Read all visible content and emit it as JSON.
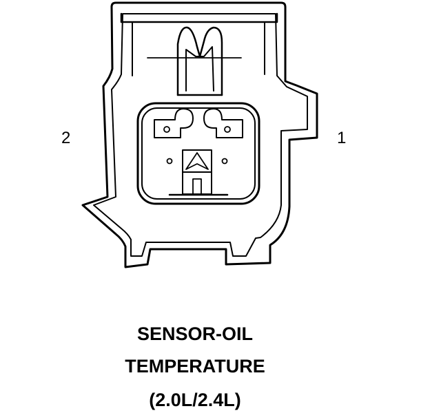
{
  "pins": {
    "left_label": "2",
    "right_label": "1"
  },
  "caption": {
    "line1": "SENSOR-OIL",
    "line2": "TEMPERATURE",
    "line3": "(2.0L/2.4L)"
  },
  "colors": {
    "stroke": "#000000",
    "background": "#ffffff"
  }
}
